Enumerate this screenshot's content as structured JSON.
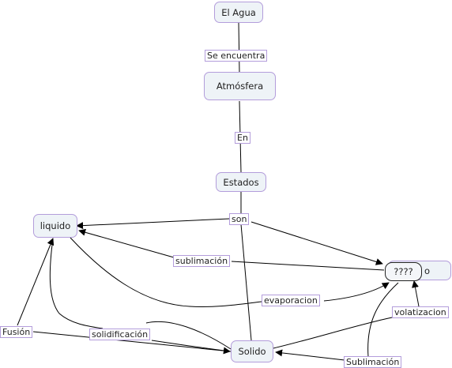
{
  "nodes": {
    "el_agua": "El Agua",
    "atmosfera": "Atmósfera",
    "estados": "Estados",
    "liquido": "liquido",
    "gaseoso_partial": "o",
    "unknown": "????",
    "solido": "Solido"
  },
  "links": {
    "se_encuentra": "Se encuentra",
    "en": "En",
    "son": "son",
    "sublimacion_top": "sublimación",
    "evaporacion": "evaporacion",
    "fusion": "Fusión",
    "solidificacion": "solidificación",
    "volatizacion": "volatizacion",
    "sublimacion_bottom": "Sublimación"
  },
  "colors": {
    "node_fill": "#eef3f7",
    "node_border": "#b39ddb",
    "line": "#000000"
  }
}
